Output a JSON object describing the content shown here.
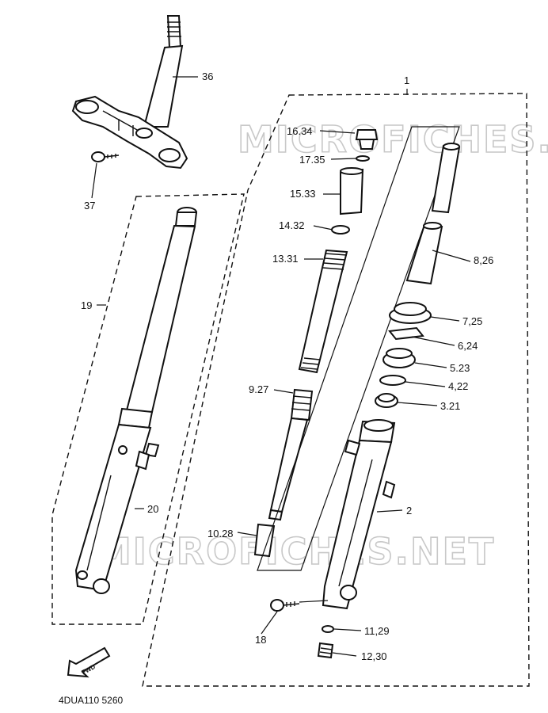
{
  "watermark": "MICROFICHES.NET",
  "reference_code": "4DUA110 5260",
  "fwd_label": "FWD",
  "callouts": {
    "c1": "1",
    "c36": "36",
    "c37": "37",
    "c19": "19",
    "c20": "20",
    "c16": "16.34",
    "c17": "17.35",
    "c15": "15.33",
    "c14": "14.32",
    "c13": "13.31",
    "c8": "8,26",
    "c7": "7,25",
    "c6": "6,24",
    "c5": "5.23",
    "c4": "4,22",
    "c3": "3.21",
    "c9": "9.27",
    "c2": "2",
    "c10": "10.28",
    "c18": "18",
    "c11": "11,29",
    "c12": "12,30"
  }
}
